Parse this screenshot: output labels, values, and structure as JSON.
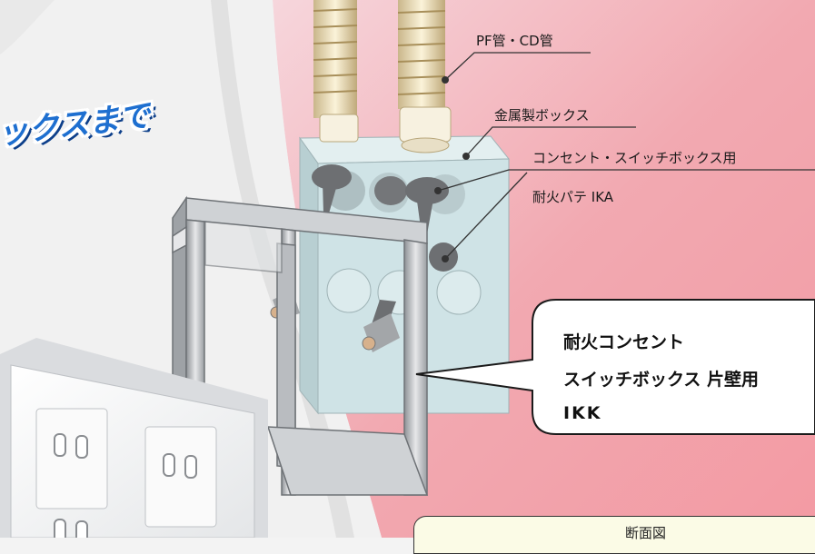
{
  "headline": "ックスまで",
  "labels": {
    "pf_cd_pipe": "PF管・CD管",
    "metal_box": "金属製ボックス",
    "putty_use": "コンセント・スイッチボックス用",
    "putty_name": "耐火パテ IKA"
  },
  "callout": {
    "line1": "耐火コンセント",
    "line2": "スイッチボックス 片壁用",
    "line3": "IKK"
  },
  "section_title": "断面図",
  "colors": {
    "background_pink": "#f2a8b0",
    "headline_blue": "#1e6fd0",
    "metal_box": "#cfe3e6",
    "fireproof_box": "#b9bcc0"
  }
}
